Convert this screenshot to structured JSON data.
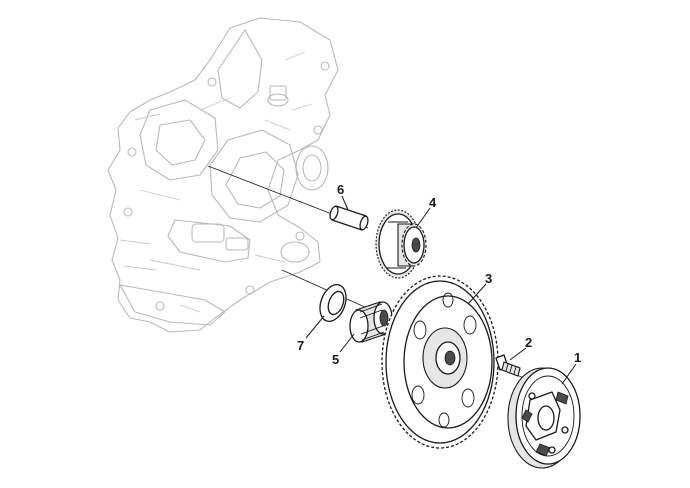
{
  "diagram": {
    "type": "exploded-parts-view",
    "colors": {
      "line": "#1a1a1a",
      "ghost": "#b9b9b9",
      "background": "#ffffff"
    },
    "callouts": [
      {
        "id": "1",
        "label": "1"
      },
      {
        "id": "2",
        "label": "2"
      },
      {
        "id": "3",
        "label": "3"
      },
      {
        "id": "4",
        "label": "4"
      },
      {
        "id": "5",
        "label": "5"
      },
      {
        "id": "6",
        "label": "6"
      },
      {
        "id": "7",
        "label": "7"
      }
    ]
  }
}
